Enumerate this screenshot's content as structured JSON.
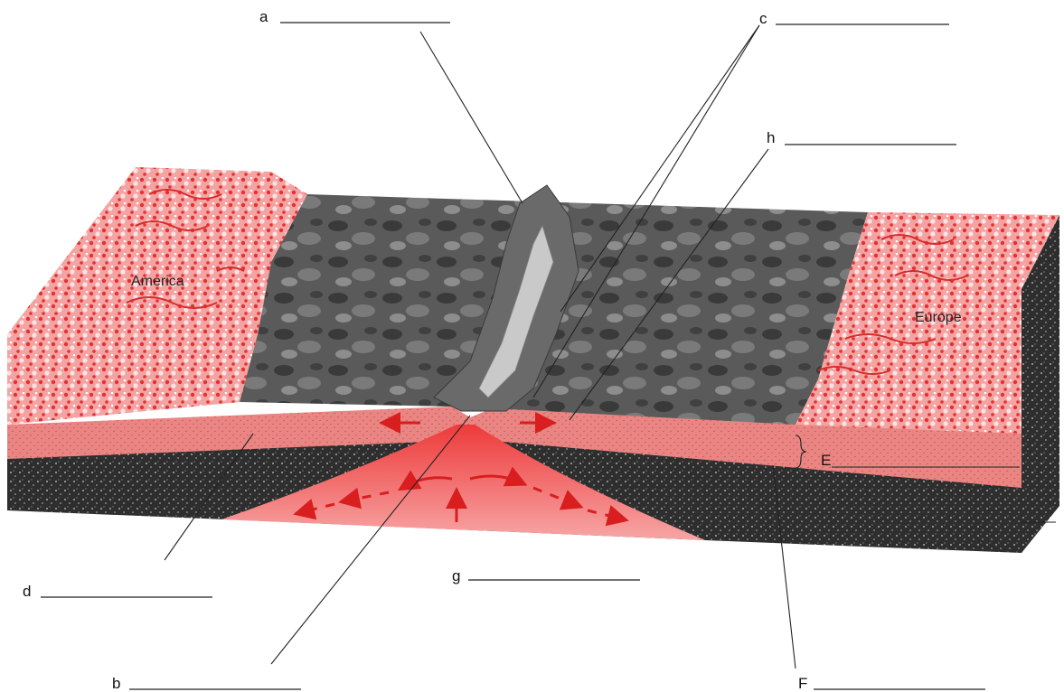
{
  "regions": {
    "left": "America",
    "right": "Europe"
  },
  "labels": [
    {
      "id": "a",
      "text": "a"
    },
    {
      "id": "b",
      "text": "b"
    },
    {
      "id": "c",
      "text": "c"
    },
    {
      "id": "d",
      "text": "d"
    },
    {
      "id": "e",
      "text": "E"
    },
    {
      "id": "f",
      "text": "F"
    },
    {
      "id": "g",
      "text": "g"
    },
    {
      "id": "h",
      "text": "h"
    }
  ],
  "colors": {
    "continent": "#e83a3a",
    "continent_light": "#f7c2c2",
    "ocean_floor": "#4a4a4a",
    "crust": "#e97c78",
    "mantle": "#2f2f2f",
    "magma": "#ef4b4b",
    "arrow": "#d81e1e"
  }
}
